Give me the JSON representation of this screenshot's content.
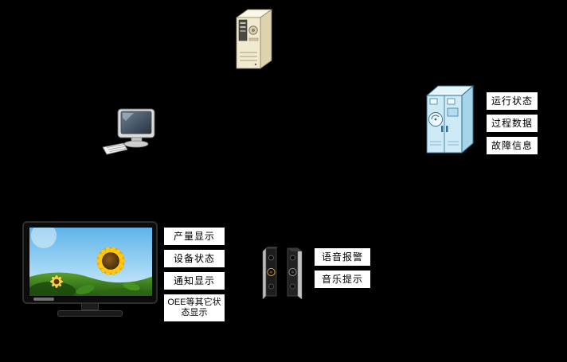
{
  "labels": {
    "machine": [
      "运行状态",
      "过程数据",
      "故障信息"
    ],
    "tv": [
      "产量显示",
      "设备状态",
      "通知显示",
      "OEE等其它状态显示"
    ],
    "speaker": [
      "语音报警",
      "音乐提示"
    ]
  },
  "icons": {
    "server": "server-tower-icon",
    "computer": "desktop-computer-icon",
    "machine": "industrial-machine-icon",
    "tv": "tv-display-icon",
    "speakers": "speakers-icon"
  },
  "colors": {
    "background": "#000000",
    "label_background": "#ffffff",
    "label_border": "#000000",
    "label_text": "#000000",
    "server_body": "#f1ead0",
    "machine_body": "#cdeaf6",
    "sunflower_petal": "#ffc912",
    "screen_sky": "#7ec4ee",
    "screen_grass": "#3e8a1e"
  }
}
